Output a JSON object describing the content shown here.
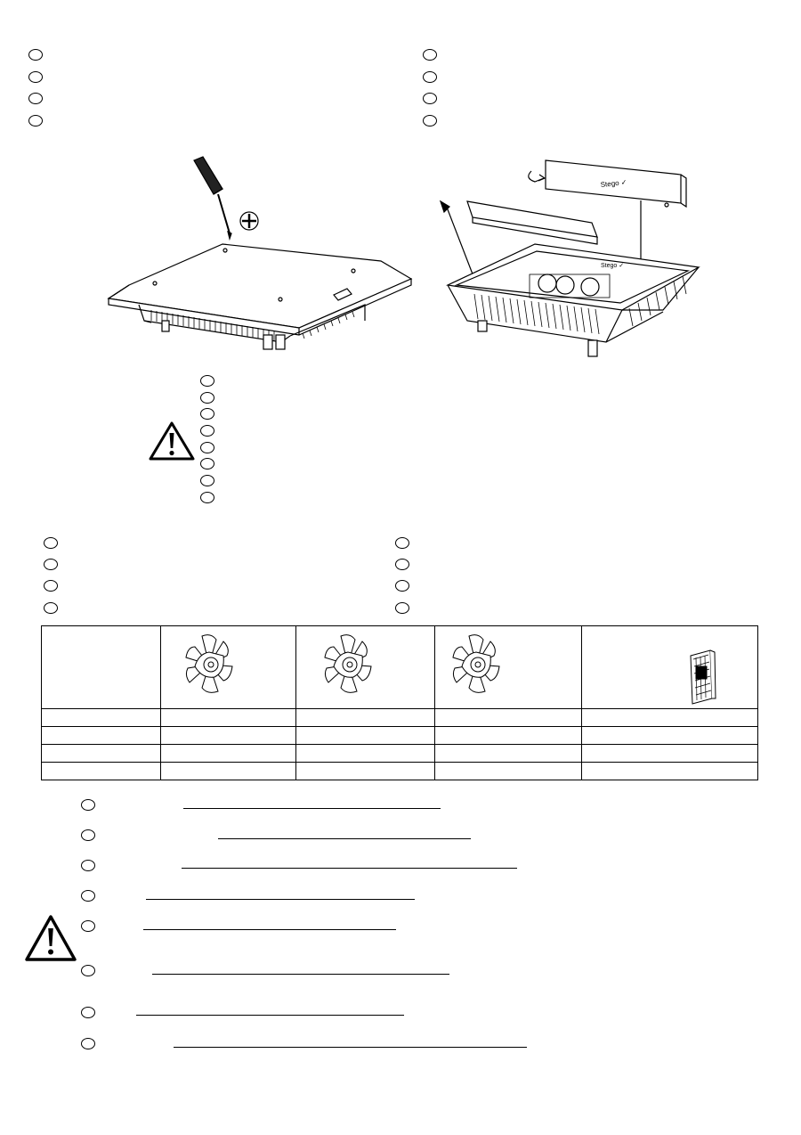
{
  "language_markers": {
    "top_left": [
      "",
      "",
      "",
      ""
    ],
    "top_right": [
      "",
      "",
      "",
      ""
    ],
    "warning_list": [
      "",
      "",
      "",
      "",
      "",
      "",
      "",
      ""
    ],
    "middle_left": [
      "",
      "",
      "",
      ""
    ],
    "middle_right": [
      "",
      "",
      "",
      ""
    ],
    "bottom_list": [
      "",
      "",
      "",
      "",
      "",
      "",
      "",
      ""
    ]
  },
  "icons": {
    "screwdriver": "screwdriver-icon",
    "phillips": "phillips-head-icon",
    "warning": "warning-triangle-icon",
    "fan": "fan-icon",
    "filter": "filter-mat-icon"
  },
  "illustrations": {
    "closed_unit": "roof-fan-unit-closed",
    "open_unit": "roof-fan-unit-open",
    "filter_label": "Stego ✓"
  },
  "parts_table": {
    "columns": [
      "",
      "fan",
      "fan",
      "fan",
      "filter"
    ],
    "rows": [
      [
        "",
        "",
        "",
        "",
        ""
      ],
      [
        "",
        "",
        "",
        "",
        ""
      ],
      [
        "",
        "",
        "",
        "",
        ""
      ],
      [
        "",
        "",
        "",
        "",
        ""
      ]
    ]
  }
}
